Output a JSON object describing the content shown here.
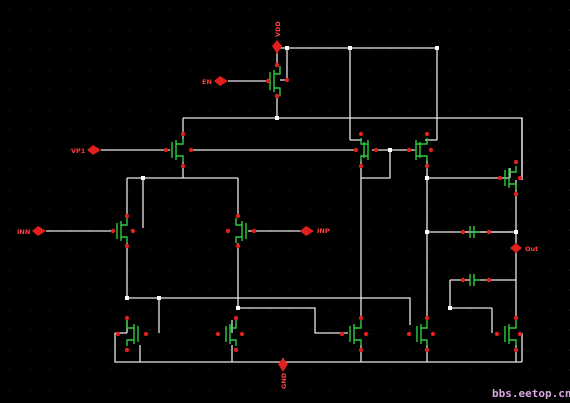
{
  "pins": {
    "vdd": "VDD",
    "gnd": "GND",
    "en": "EN",
    "vp1": "VP1",
    "inn": "INN",
    "inp": "INP",
    "out": "Out"
  },
  "watermark": "bbs.eetop.cn",
  "colors": {
    "background": "#000000",
    "wire": "#e8e8e8",
    "device": "#2ecc40",
    "pin": "#e0201c"
  }
}
